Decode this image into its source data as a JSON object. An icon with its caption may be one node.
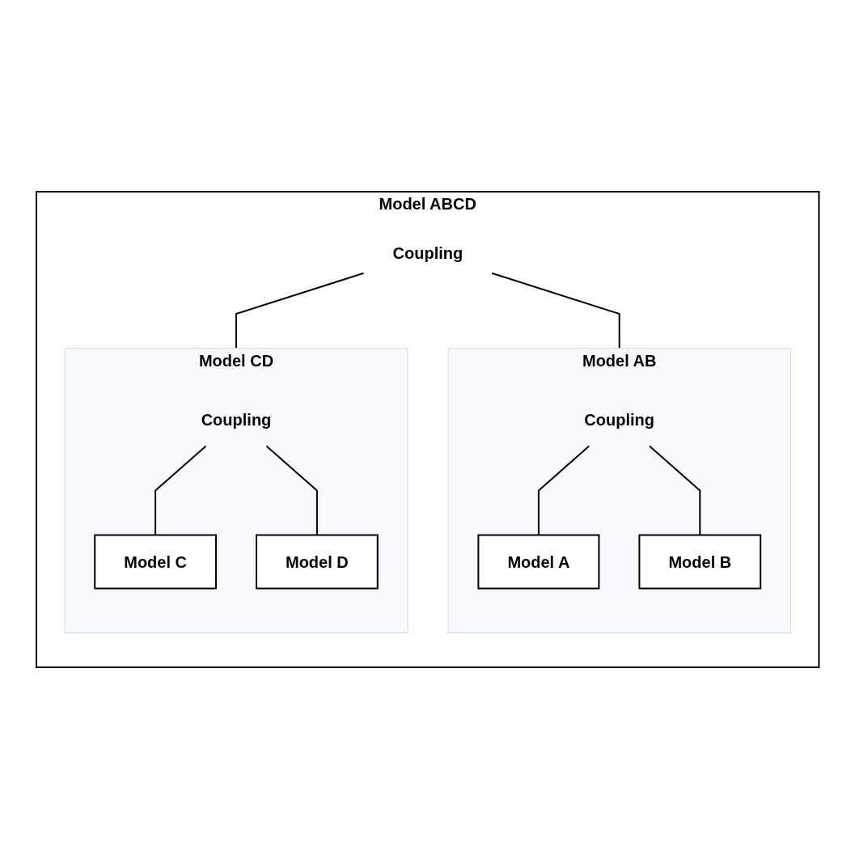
{
  "diagram": {
    "nodes": [
      {
        "text": [
          "Model ABCD"
        ]
      },
      {
        "text": [
          "Coupling"
        ],
        "in": 0
      },
      {
        "text": [
          "Model AB"
        ],
        "in": 0
      },
      {
        "text": [
          "Coupling"
        ],
        "in": 2
      },
      {
        "text": [
          "Model A"
        ],
        "in": 2
      },
      {
        "text": [
          "Model B"
        ],
        "in": 2
      },
      {
        "text": [
          "Model CD"
        ],
        "in": 0
      },
      {
        "text": [
          "Coupling"
        ],
        "in": 6
      },
      {
        "text": [
          "Model C"
        ],
        "in": 6
      },
      {
        "text": [
          "Model D"
        ],
        "in": 6
      }
    ],
    "edges": [
      {
        "from": 1,
        "to": 2,
        "arrow": "none"
      },
      {
        "from": 1,
        "to": 6,
        "arrow": "none"
      },
      {
        "from": 3,
        "to": 4,
        "arrow": "none"
      },
      {
        "from": 3,
        "to": 5,
        "arrow": "none"
      },
      {
        "from": 7,
        "to": 8,
        "arrow": "none"
      },
      {
        "from": 7,
        "to": 9,
        "arrow": "none"
      }
    ]
  }
}
